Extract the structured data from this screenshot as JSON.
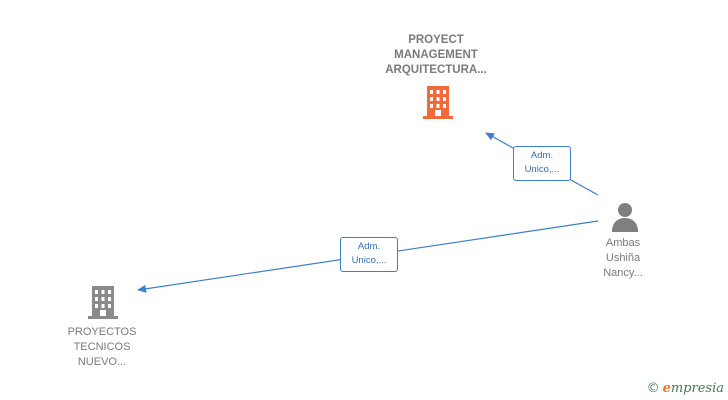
{
  "colors": {
    "edge": "#3b7fd0",
    "company_main": "#f26a3a",
    "company_other": "#8a8a8a",
    "person": "#7f7f7f"
  },
  "nodes": {
    "company_main": {
      "icon": "building-icon",
      "lines": [
        "PROYECT",
        "MANAGEMENT",
        "ARQUITECTURA..."
      ]
    },
    "company_other": {
      "icon": "building-icon",
      "lines": [
        "PROYECTOS",
        "TECNICOS",
        "NUEVO..."
      ]
    },
    "person": {
      "icon": "person-icon",
      "lines": [
        "Ambas",
        "Ushiña",
        "Nancy..."
      ]
    }
  },
  "edges": [
    {
      "from": "person",
      "to": "company_main",
      "label_lines": [
        "Adm.",
        "Unico,..."
      ]
    },
    {
      "from": "person",
      "to": "company_other",
      "label_lines": [
        "Adm.",
        "Unico,..."
      ]
    }
  ],
  "brand": {
    "copyright": "©",
    "initial": "e",
    "rest": "mpresia"
  }
}
